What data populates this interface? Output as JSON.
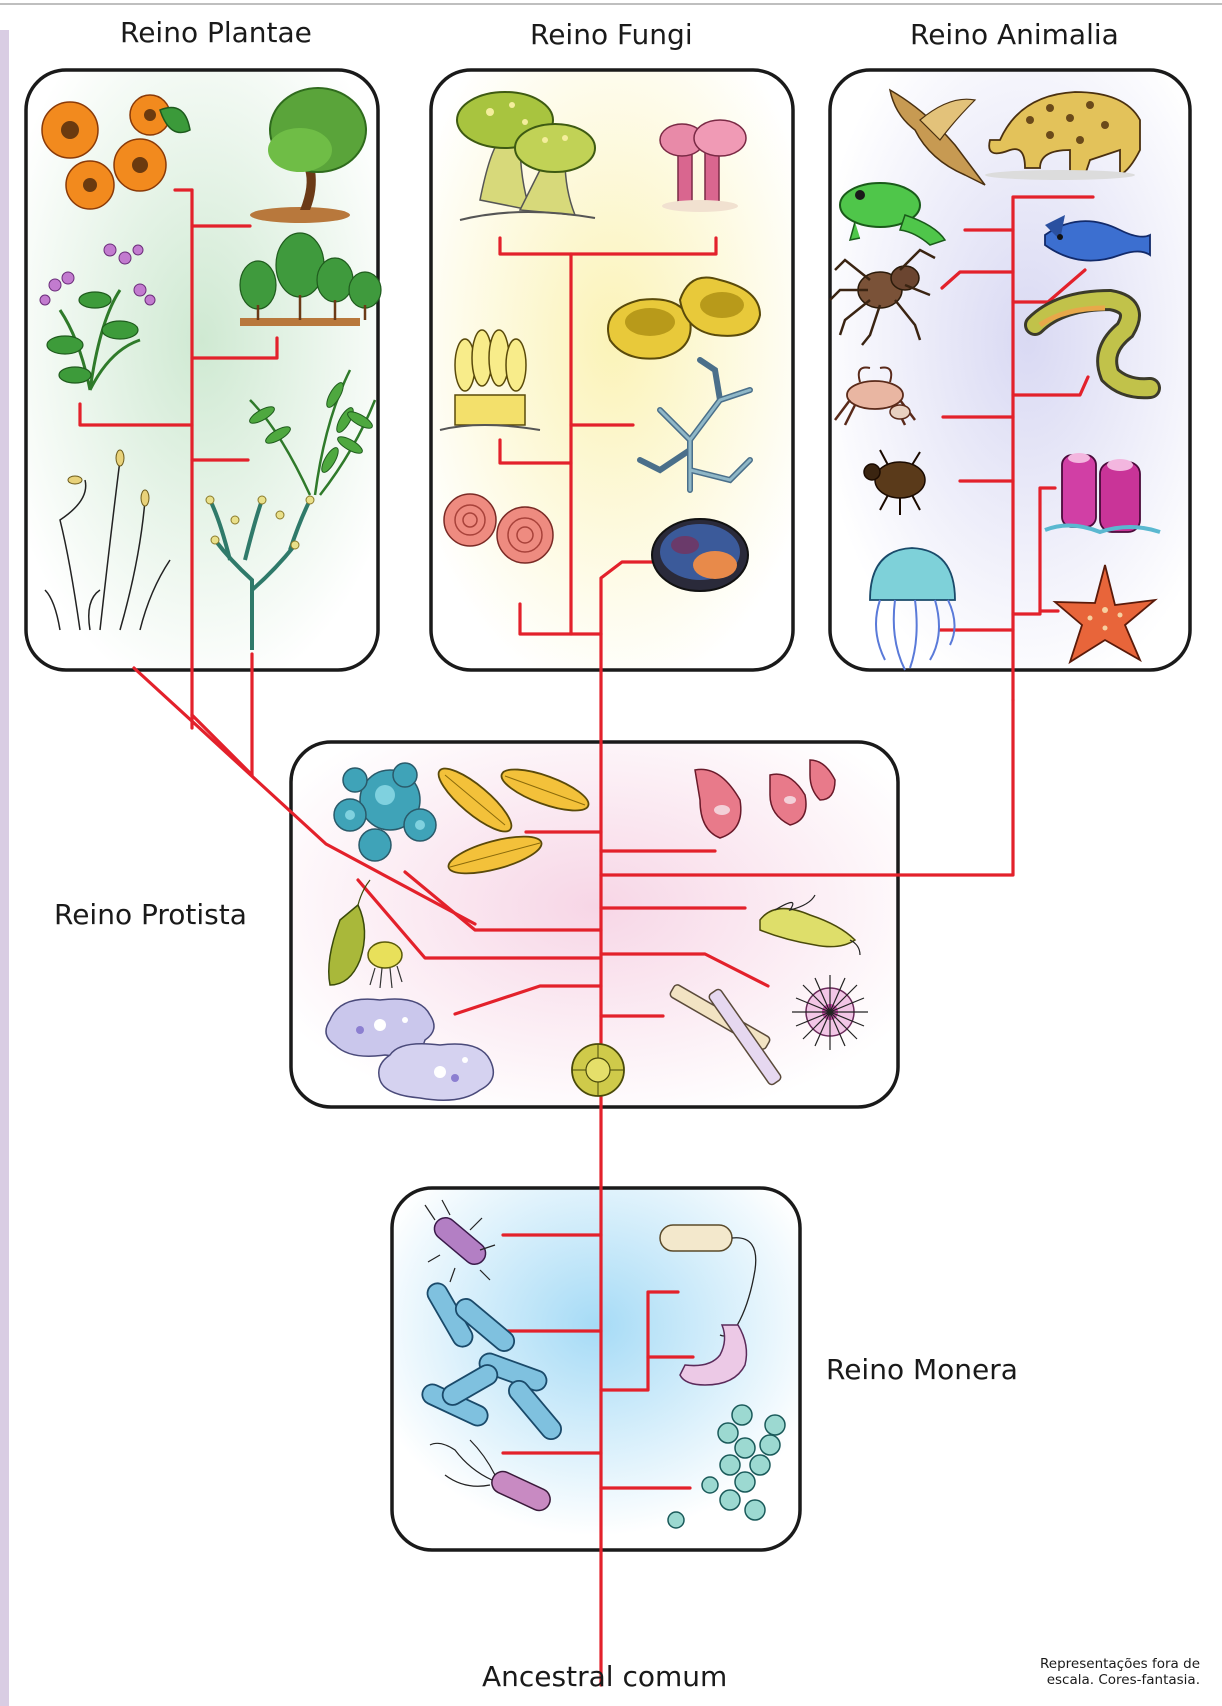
{
  "labels": {
    "plantae": "Reino Plantae",
    "fungi": "Reino Fungi",
    "animalia": "Reino Animalia",
    "protista": "Reino  Protista",
    "monera": "Reino  Monera",
    "ancestor": "Ancestral comum"
  },
  "note": {
    "line1": "Representações fora de",
    "line2": "escala. Cores-fantasia."
  },
  "colors": {
    "branch": "#e3212b",
    "border": "#1a1a1a",
    "plantae_tint": "#d8eed8",
    "fungi_tint": "#fbf6c4",
    "animalia_tint": "#dcdcf3",
    "protista_tint": "#f7d9e8",
    "monera_tint": "#a9dcf5"
  },
  "icons": {
    "plantae": [
      "sunflower-icon",
      "tree-icon",
      "flowering-shrub-icon",
      "forest-icon",
      "fern-icon",
      "moss-icon",
      "green-alga-icon"
    ],
    "fungi": [
      "amanita-mushroom-icon",
      "pink-mushroom-icon",
      "cup-fungus-icon",
      "yellow-fungus-cluster-icon",
      "lichen-icon",
      "rose-fungus-icon",
      "mold-fungus-icon"
    ],
    "animalia": [
      "bird-icon",
      "jaguar-icon",
      "frog-icon",
      "fish-icon",
      "spider-icon",
      "snake-icon",
      "crab-icon",
      "beetle-icon",
      "sponge-icon",
      "jellyfish-icon",
      "starfish-icon"
    ],
    "protista": [
      "red-alga-icon",
      "diatom-icon",
      "trypanosome-icon",
      "euglena-icon",
      "dinoflagellate-icon",
      "amoeba-icon",
      "flagellate-icon",
      "radiolarian-icon",
      "diatom-rod-icon",
      "foraminifera-icon"
    ],
    "monera": [
      "flagellated-bacillus-icon",
      "spirillum-icon",
      "bacillus-chain-icon",
      "vibrio-icon",
      "coccus-chain-icon",
      "helicobacter-icon"
    ]
  }
}
